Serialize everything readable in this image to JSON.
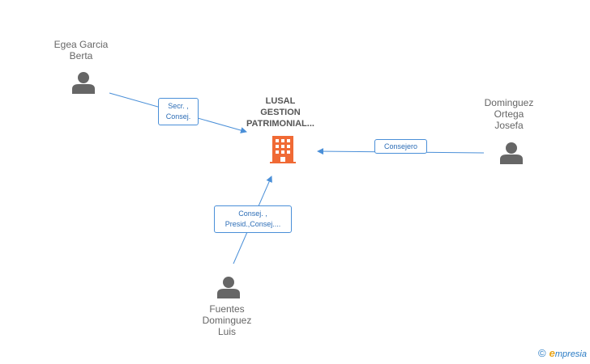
{
  "colors": {
    "edge": "#4a8fd8",
    "person_icon": "#666666",
    "company_icon": "#f06a35",
    "brand_blue": "#2a7bc4",
    "brand_orange": "#e8a317"
  },
  "company": {
    "name": "LUSAL\nGESTION\nPATRIMONIAL...",
    "icon": "building-icon"
  },
  "persons": [
    {
      "id": "egea",
      "name": "Egea Garcia\nBerta",
      "icon": "person-icon"
    },
    {
      "id": "dominguez",
      "name": "Dominguez\nOrtega\nJosefa",
      "icon": "person-icon"
    },
    {
      "id": "fuentes",
      "name": "Fuentes\nDominguez\nLuis",
      "icon": "person-icon"
    }
  ],
  "relations": [
    {
      "from": "egea",
      "label": "Secr. ,\nConsej."
    },
    {
      "from": "dominguez",
      "label": "Consejero"
    },
    {
      "from": "fuentes",
      "label": "Consej. ,\nPresid.,Consej...."
    }
  ],
  "footer": {
    "copyright_symbol": "©",
    "brand_first_letter": "e",
    "brand_rest": "mpresia"
  }
}
